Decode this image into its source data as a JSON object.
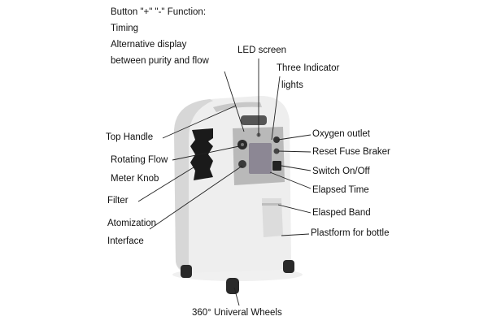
{
  "colors": {
    "background": "#ffffff",
    "text": "#111111",
    "body": "#eeeeee",
    "body_shade": "#d7d7d7",
    "panel": "#b9b9b9",
    "screen": "#8c8794",
    "filter": "#1a1a1a",
    "wheel": "#2a2a2a"
  },
  "top_notes": {
    "button_function": "Button \"+\" \"-\" Function:",
    "timing": "Timing",
    "alt_display_1": "Alternative display",
    "alt_display_2": "between purity and flow"
  },
  "labels": {
    "led_screen": "LED screen",
    "three_indicator": "Three Indicator",
    "lights": "lights",
    "top_handle": "Top Handle",
    "oxygen_outlet": "Oxygen outlet",
    "reset_fuse": "Reset Fuse Braker",
    "rotating_flow": "Rotating Flow",
    "meter_knob": "Meter Knob",
    "switch_onoff": "Switch On/Off",
    "elapsed_time": "Elapsed Time",
    "filter": "Filter",
    "elapsed_band": "Elasped Band",
    "atomization": "Atomization",
    "interface": "Interface",
    "platform": "Plastform for bottle",
    "wheels": "360° Univeral Wheels"
  },
  "icons": {
    "knob": "rotary-knob-icon",
    "switch": "power-switch-icon",
    "outlet": "oxygen-outlet-icon",
    "wheel": "caster-wheel-icon"
  }
}
